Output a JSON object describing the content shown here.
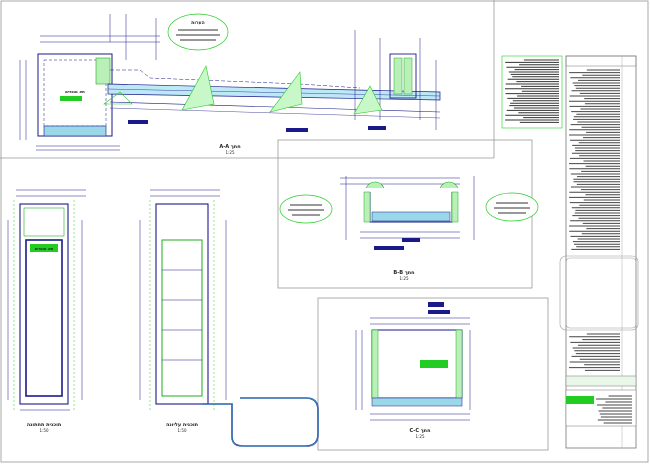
{
  "drawing": {
    "section_a": {
      "title": "A-A חתך",
      "scale": "1:25",
      "note_label": "הערות"
    },
    "section_b": {
      "title": "B-B חתך",
      "scale": "1:25"
    },
    "section_c": {
      "title": "C-C חתך",
      "scale": "1:25"
    },
    "plan_left": {
      "title": "תוכנית תחתונה",
      "scale": "1:50"
    },
    "plan_mid": {
      "title": "תוכנית עליונה",
      "scale": "1:50"
    },
    "plan_left_caption": "תא מגופים",
    "section_a_caption": "תא מגופים"
  },
  "colors": {
    "line_dark": "#1a1a8a",
    "line_black": "#111111",
    "accent_green": "#22cc22",
    "accent_cyan": "#33aacc",
    "frame": "#999999"
  }
}
